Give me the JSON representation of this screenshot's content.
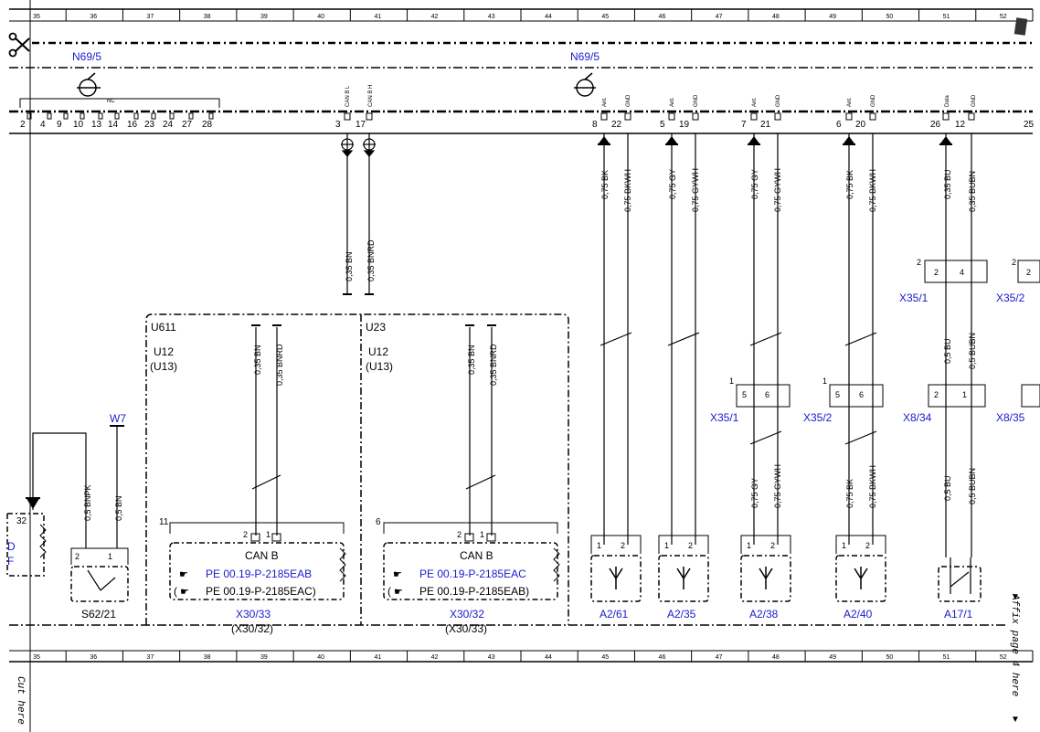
{
  "ruler": {
    "columns": [
      "35",
      "36",
      "37",
      "38",
      "39",
      "40",
      "41",
      "42",
      "43",
      "44",
      "45",
      "46",
      "47",
      "48",
      "49",
      "50",
      "51",
      "52"
    ]
  },
  "connectors": {
    "n69_left": "N69/5",
    "n69_right": "N69/5",
    "nc": "NC",
    "pins_left": [
      "2",
      "4",
      "9",
      "10",
      "13",
      "14",
      "16",
      "23",
      "24",
      "27",
      "28"
    ],
    "pin_3": "3",
    "pin_17": "17",
    "pin_8": "8",
    "pin_22": "22",
    "pin_5": "5",
    "pin_19": "19",
    "pin_7": "7",
    "pin_21": "21",
    "pin_6": "6",
    "pin_20": "20",
    "pin_26": "26",
    "pin_12": "12",
    "pin_25": "25",
    "lbl_canbl": "CAN B L",
    "lbl_canbh": "CAN B H",
    "lbl_ant": "Ant.",
    "lbl_gnd": "GND",
    "lbl_data": "Data"
  },
  "wires": {
    "w_075bk_a": "0,75 BK",
    "w_075bkwh_a": "0,75 BKWH",
    "w_075gy": "0,75 GY",
    "w_075gywh": "0,75 GYWH",
    "w_075gy_b": "0,75 GY",
    "w_075gywh_b": "0,75 GYWH",
    "w_075bk_b": "0,75 BK",
    "w_075bkwh_b": "0,75 BKWH",
    "w_035bu": "0,35 BU",
    "w_035bubn": "0,35 BUBN",
    "w_035bn": "0,35 BN",
    "w_035bnrd": "0,35 BNRD",
    "w_035bn_u611": "0,35 BN",
    "w_035bnrd_u611": "0,35 BNRD",
    "w_035bn_u23": "0,35 BN",
    "w_035bnrd_u23": "0,35 BNRD",
    "w_05bu_a": "0,5 BU",
    "w_05bubn_a": "0,5 BUBN",
    "w_05bu_b": "0,5 BU",
    "w_05bubn_b": "0,5 BUBN",
    "w_075gy_c": "0,75 GY",
    "w_075gywh_c": "0,75 GYWH",
    "w_075bk_c": "0,75 BK",
    "w_075bkwh_c": "0,75 BKWH",
    "w_05bnpk": "0,5 BNPK",
    "w_05bn": "0,5 BN"
  },
  "components": {
    "u611": "U611",
    "u12_a": "U12",
    "u13_a": "(U13)",
    "u23": "U23",
    "u12_b": "U12",
    "u13_b": "(U13)",
    "canb_a": "CAN B",
    "pe_a1": "PE 00.19-P-2185EAB",
    "pe_a2": "PE 00.19-P-2185EAC)",
    "canb_b": "CAN B",
    "pe_b1": "PE 00.19-P-2185EAC",
    "pe_b2": "PE 00.19-P-2185EAB)",
    "x30_33": "X30/33",
    "x30_32_p": "(X30/32)",
    "x30_32": "X30/32",
    "x30_33_p": "(X30/33)",
    "num_11": "11",
    "num_6": "6",
    "x35_1_top": "X35/1",
    "x35_2_top": "X35/2",
    "x35_1": "X35/1",
    "x35_2": "X35/2",
    "x8_34": "X8/34",
    "x8_35": "X8/35",
    "a2_61": "A2/61",
    "a2_35": "A2/35",
    "a2_38": "A2/38",
    "a2_40": "A2/40",
    "a17_1": "A17/1",
    "s62_21": "S62/21",
    "w7": "W7",
    "n32": "32",
    "affix": "Affix page 4 here",
    "cut": "Cut here"
  }
}
